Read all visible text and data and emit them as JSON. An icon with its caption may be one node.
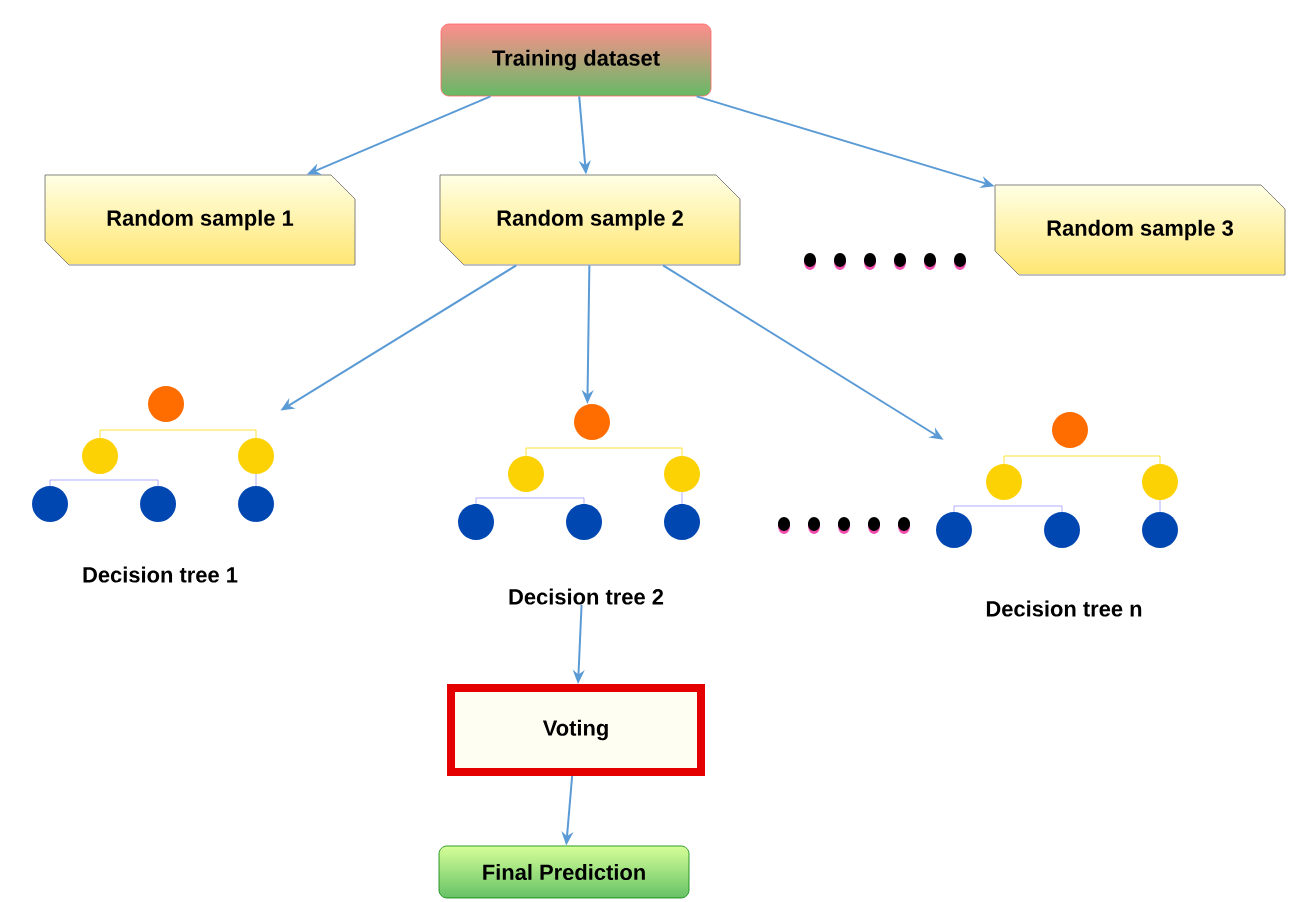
{
  "diagram": {
    "nodes": [
      {
        "text": [
          "Training dataset"
        ]
      },
      {
        "text": [
          "Random sample 1"
        ]
      },
      {
        "text": [
          "Random sample 2"
        ]
      },
      {
        "text": [
          "Random sample 3"
        ]
      },
      {
        "text": [
          "Decision tree 1"
        ]
      },
      {
        "text": [
          "Decision tree 2"
        ]
      },
      {
        "text": [
          "Decision tree n"
        ]
      },
      {
        "text": [
          "Voting"
        ]
      },
      {
        "text": [
          "Final Prediction"
        ]
      }
    ],
    "edges": [
      {
        "from": 0,
        "to": 1,
        "arrow": "to"
      },
      {
        "from": 0,
        "to": 2,
        "arrow": "to"
      },
      {
        "from": 0,
        "to": 3,
        "arrow": "to"
      },
      {
        "from": 2,
        "to": 4,
        "arrow": "to"
      },
      {
        "from": 2,
        "to": 5,
        "arrow": "to"
      },
      {
        "from": 2,
        "to": 6,
        "arrow": "to"
      },
      {
        "from": 5,
        "to": 7,
        "arrow": "to"
      },
      {
        "from": 7,
        "to": 8,
        "arrow": "to"
      }
    ]
  }
}
